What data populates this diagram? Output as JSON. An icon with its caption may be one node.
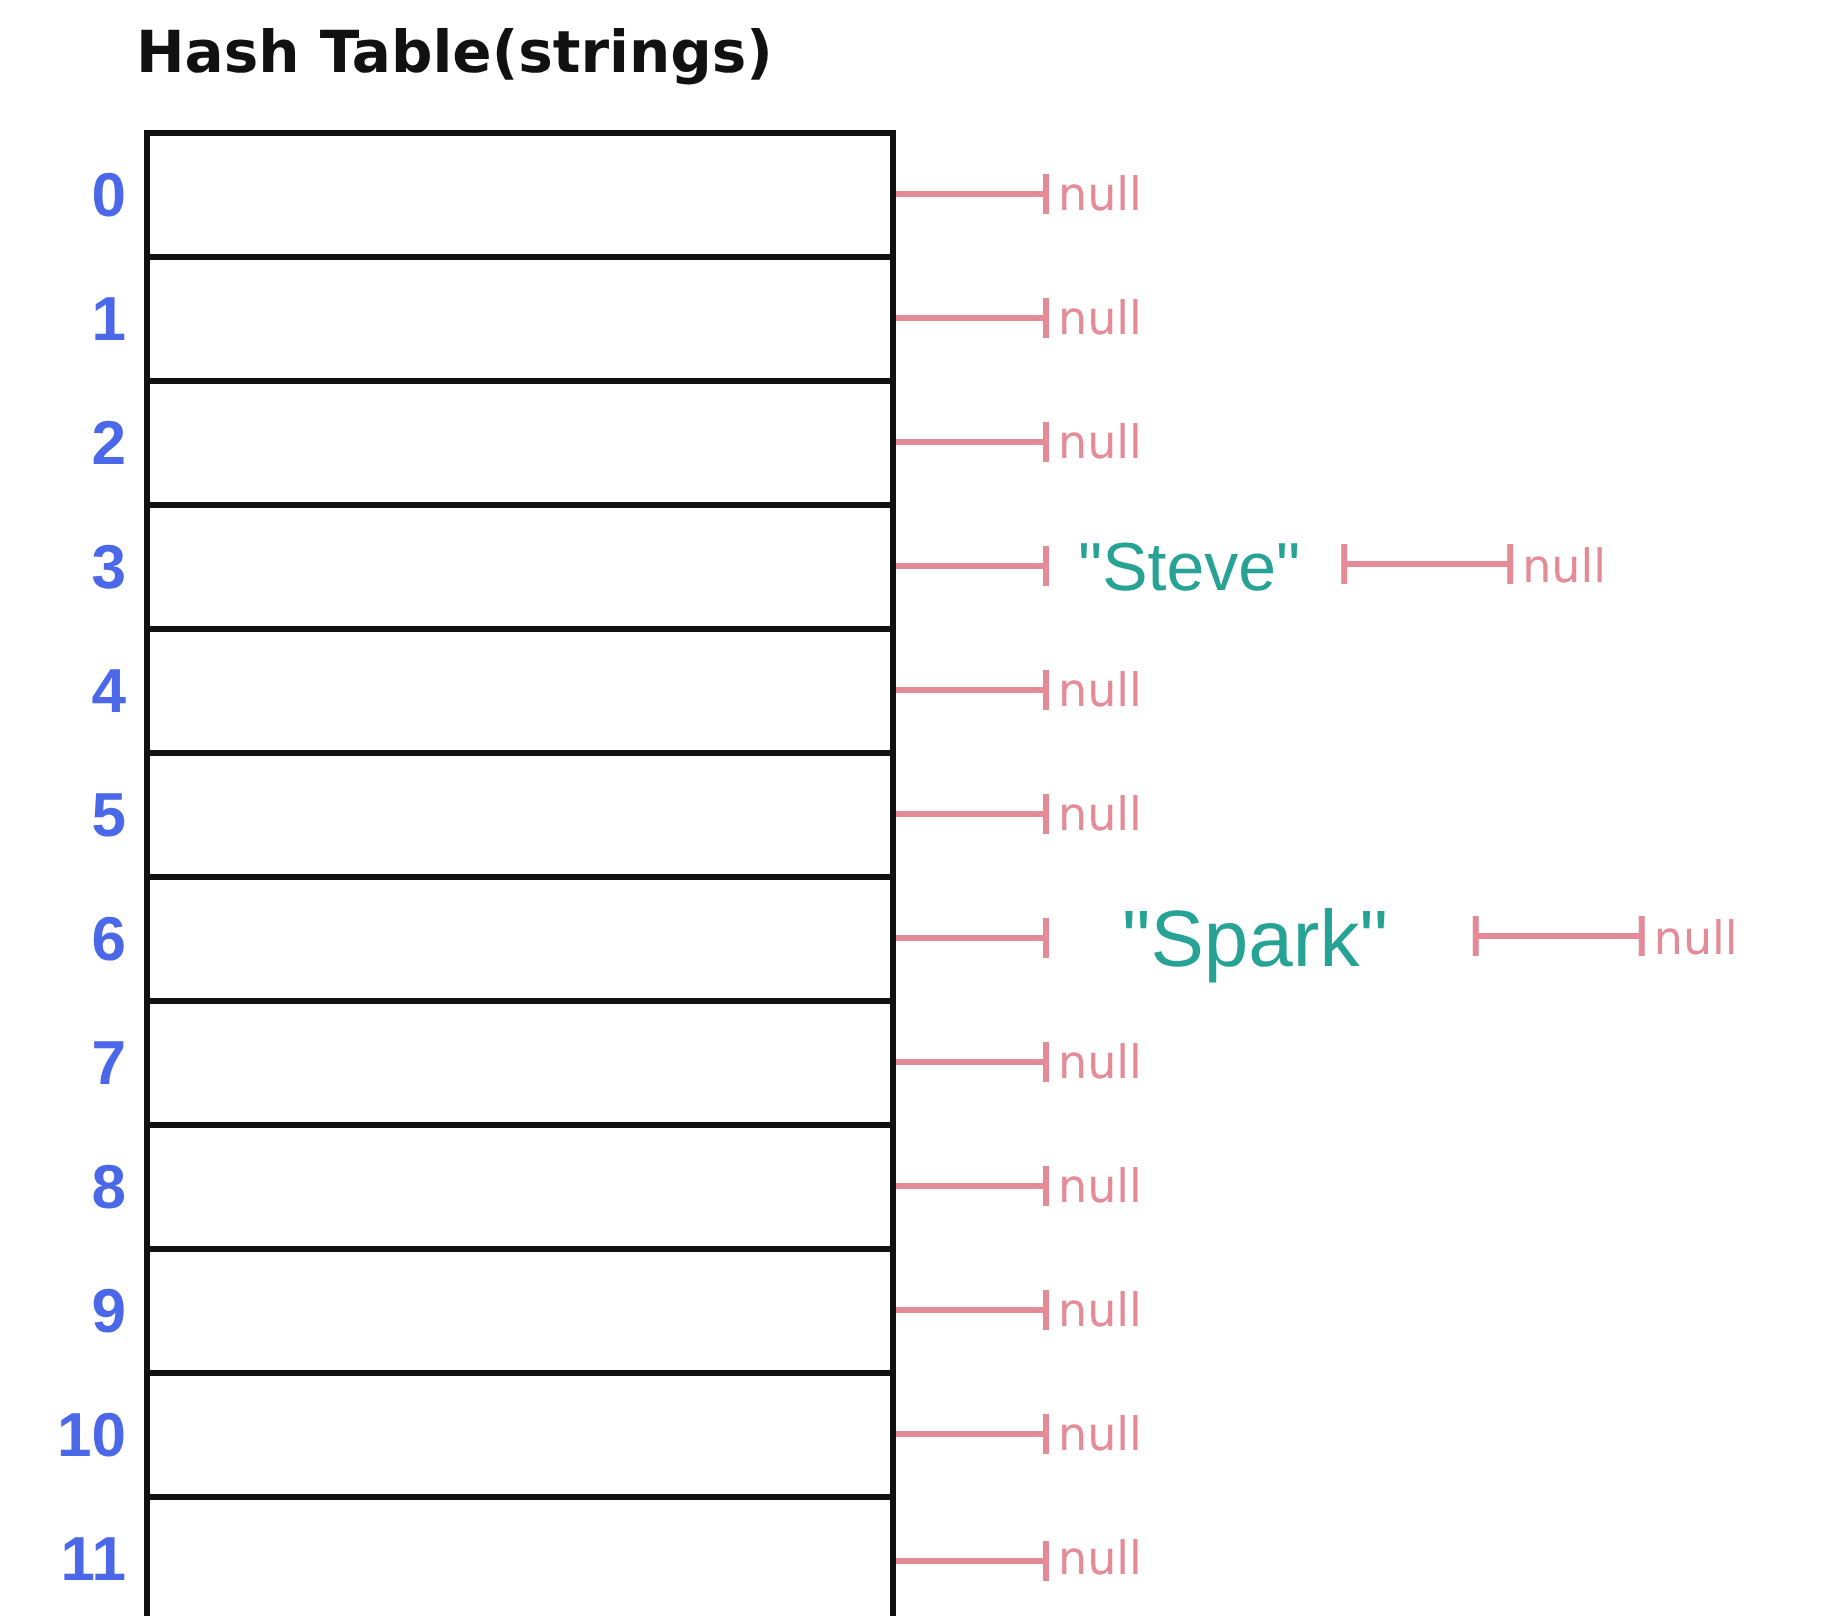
{
  "diagram": {
    "nodes": [
      {
        "text": [
          "Hash Table(strings)"
        ]
      },
      {
        "text": [],
        "shape": "box",
        "in": 0,
        "beside": [
          "0"
        ]
      },
      {
        "text": [],
        "shape": "box",
        "in": 0,
        "beside": [
          "1"
        ]
      },
      {
        "text": [],
        "shape": "box",
        "in": 0,
        "beside": [
          "2"
        ]
      },
      {
        "text": [],
        "shape": "box",
        "in": 0,
        "beside": [
          "3"
        ]
      },
      {
        "text": [],
        "shape": "box",
        "in": 0,
        "beside": [
          "4"
        ]
      },
      {
        "text": [],
        "shape": "box",
        "in": 0,
        "beside": [
          "5"
        ]
      },
      {
        "text": [],
        "shape": "box",
        "in": 0,
        "beside": [
          "6"
        ]
      },
      {
        "text": [],
        "shape": "box",
        "in": 0,
        "beside": [
          "7"
        ]
      },
      {
        "text": [],
        "shape": "box",
        "in": 0,
        "beside": [
          "8"
        ]
      },
      {
        "text": [],
        "shape": "box",
        "in": 0,
        "beside": [
          "9"
        ]
      },
      {
        "text": [],
        "shape": "box",
        "in": 0,
        "beside": [
          "10"
        ]
      },
      {
        "text": [],
        "shape": "box",
        "in": 0,
        "beside": [
          "11"
        ]
      },
      {
        "text": [
          "null"
        ]
      },
      {
        "text": [
          "null"
        ]
      },
      {
        "text": [
          "null"
        ]
      },
      {
        "text": [
          "\"Steve\""
        ]
      },
      {
        "text": [
          "null"
        ]
      },
      {
        "text": [
          "null"
        ]
      },
      {
        "text": [
          "null"
        ]
      },
      {
        "text": [
          "\"Spark\""
        ]
      },
      {
        "text": [
          "null"
        ]
      },
      {
        "text": [
          "null"
        ]
      },
      {
        "text": [
          "null"
        ]
      },
      {
        "text": [
          "null"
        ]
      },
      {
        "text": [
          "null"
        ]
      },
      {
        "text": [
          "null"
        ]
      }
    ],
    "edges": [
      {
        "from": 1,
        "to": 13,
        "arrow": "other"
      },
      {
        "from": 2,
        "to": 14,
        "arrow": "other"
      },
      {
        "from": 3,
        "to": 15,
        "arrow": "other"
      },
      {
        "from": 4,
        "to": 16,
        "arrow": "other"
      },
      {
        "from": 16,
        "to": 17,
        "arrow": "other"
      },
      {
        "from": 5,
        "to": 18,
        "arrow": "other"
      },
      {
        "from": 6,
        "to": 19,
        "arrow": "other"
      },
      {
        "from": 7,
        "to": 20,
        "arrow": "other"
      },
      {
        "from": 20,
        "to": 21,
        "arrow": "other"
      },
      {
        "from": 8,
        "to": 22,
        "arrow": "other"
      },
      {
        "from": 9,
        "to": 23,
        "arrow": "other"
      },
      {
        "from": 10,
        "to": 24,
        "arrow": "other"
      },
      {
        "from": 11,
        "to": 25,
        "arrow": "other"
      },
      {
        "from": 12,
        "to": 26,
        "arrow": "other"
      }
    ]
  }
}
